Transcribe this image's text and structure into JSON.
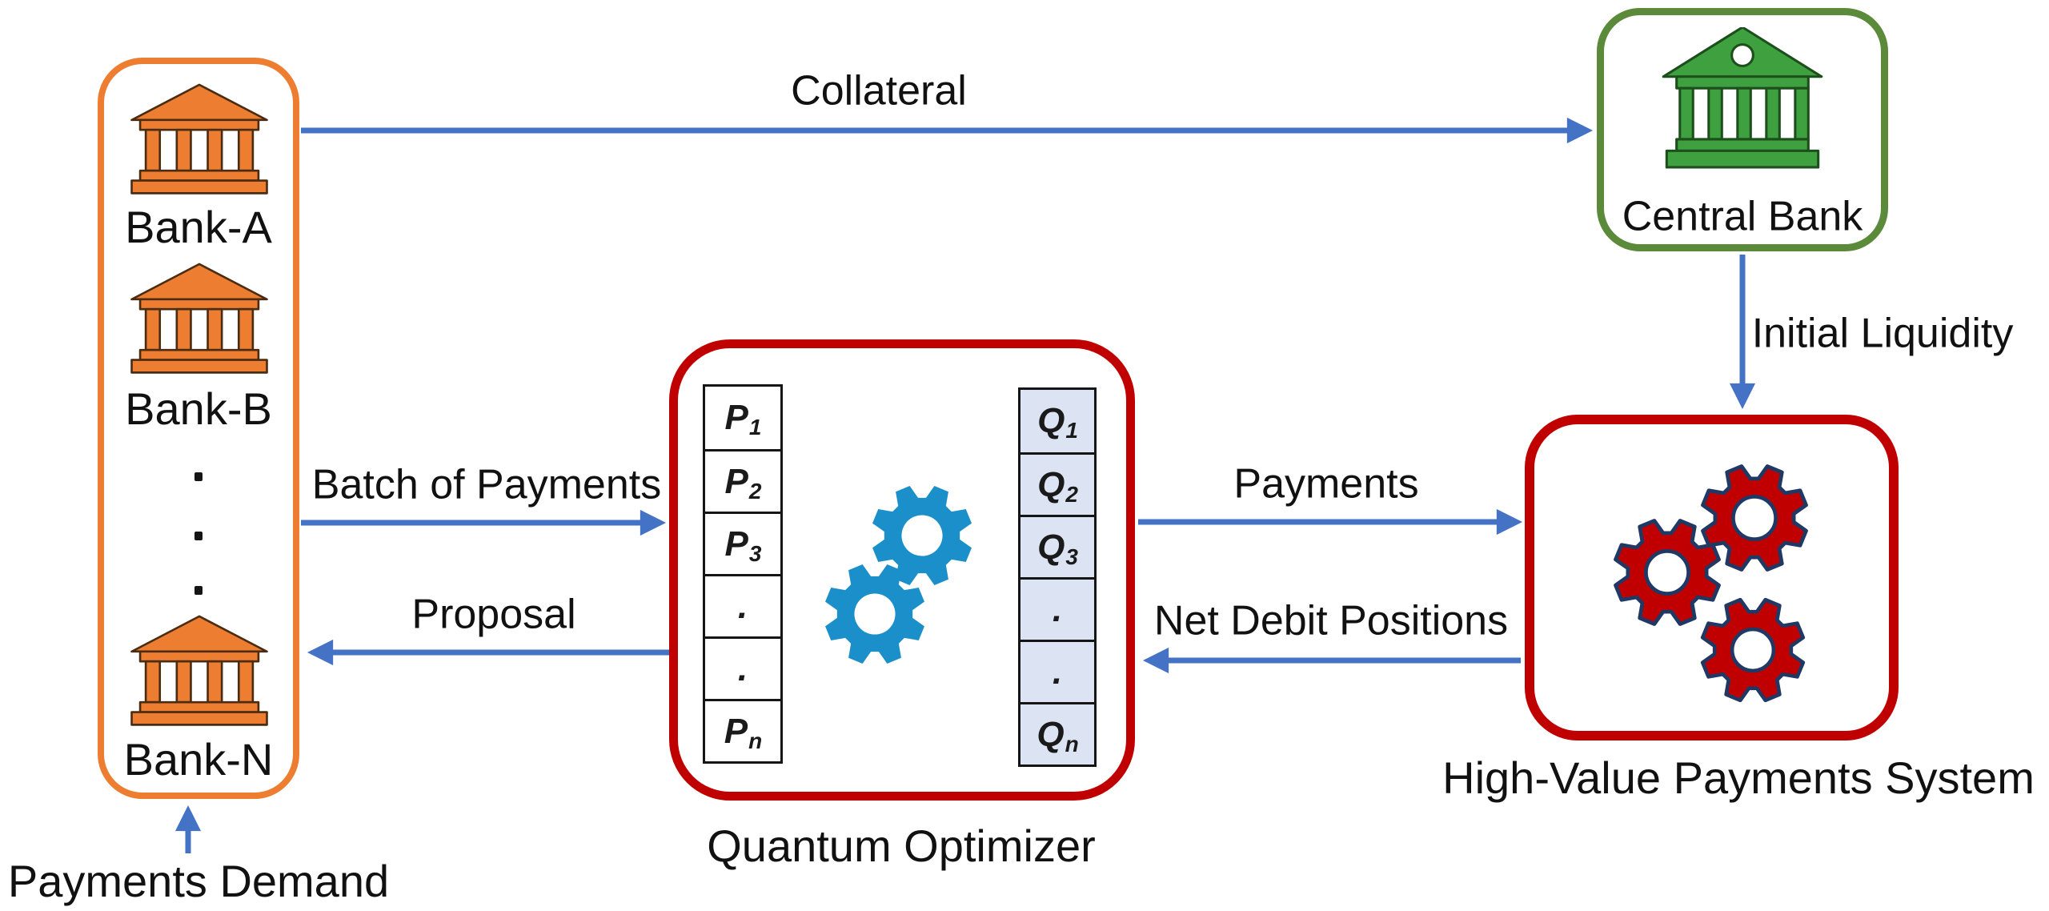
{
  "colors": {
    "orange": "#ED7D31",
    "green": "#5A8A3A",
    "green_icon": "#3FA03F",
    "red": "#C00000",
    "blue": "#4472C4",
    "cyan": "#1B8FC9",
    "navy": "#1F3864",
    "cell_fill": "#DCE3F2",
    "ink": "#111111"
  },
  "banks": {
    "items": [
      {
        "label": "Bank-A"
      },
      {
        "label": "Bank-B"
      },
      {
        "label": "Bank-N"
      }
    ],
    "ellipsis_dot": ".",
    "demand_label": "Payments Demand"
  },
  "central_bank": {
    "label": "Central Bank"
  },
  "quantum_optimizer": {
    "label": "Quantum Optimizer",
    "p_cells": [
      {
        "base": "P",
        "sub": "1"
      },
      {
        "base": "P",
        "sub": "2"
      },
      {
        "base": "P",
        "sub": "3"
      },
      {
        "base": ".",
        "sub": ""
      },
      {
        "base": ".",
        "sub": ""
      },
      {
        "base": "P",
        "sub": "n"
      }
    ],
    "q_cells": [
      {
        "base": "Q",
        "sub": "1"
      },
      {
        "base": "Q",
        "sub": "2"
      },
      {
        "base": "Q",
        "sub": "3"
      },
      {
        "base": ".",
        "sub": ""
      },
      {
        "base": ".",
        "sub": ""
      },
      {
        "base": "Q",
        "sub": "n"
      }
    ]
  },
  "hvps": {
    "label": "High-Value Payments System"
  },
  "flows": {
    "collateral": "Collateral",
    "initial_liquidity": "Initial Liquidity",
    "batch_of_payments": "Batch of Payments",
    "proposal": "Proposal",
    "payments": "Payments",
    "net_debit_positions": "Net Debit Positions"
  }
}
